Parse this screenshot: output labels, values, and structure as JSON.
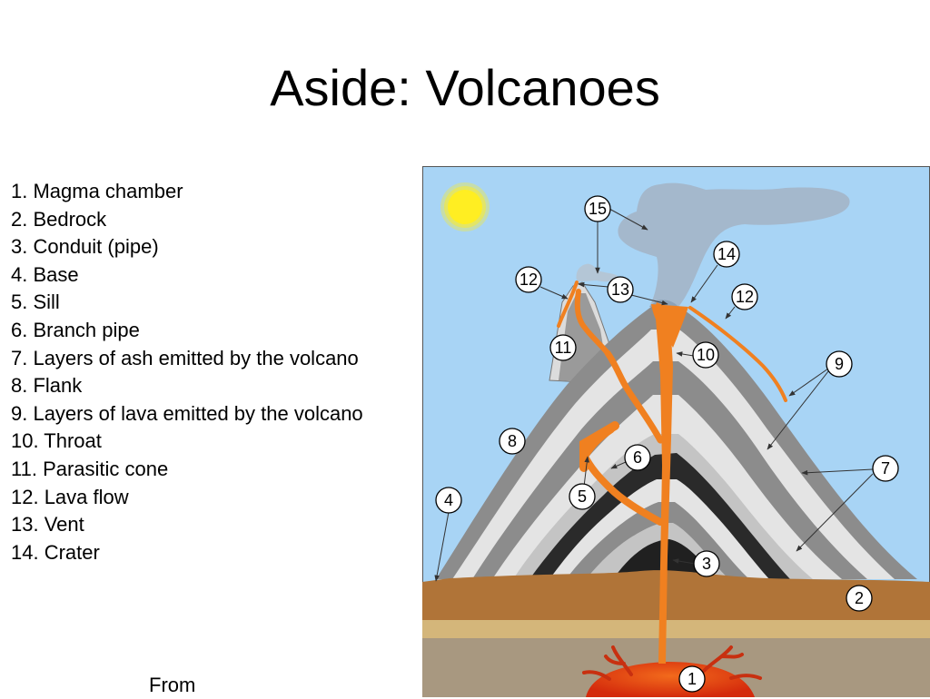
{
  "title": "Aside:  Volcanoes",
  "legend": [
    "1. Magma chamber",
    "2. Bedrock",
    "3. Conduit (pipe)",
    "4. Base",
    "5. Sill",
    "6. Branch pipe",
    "7. Layers of ash emitted by the volcano",
    "8. Flank",
    "9. Layers of lava emitted by the volcano",
    "10. Throat",
    "11. Parasitic cone",
    "12. Lava flow",
    "13. Vent",
    "14. Crater"
  ],
  "from_label": "From",
  "diagram": {
    "callouts": {
      "c1": "1",
      "c2": "2",
      "c3": "3",
      "c4": "4",
      "c5": "5",
      "c6": "6",
      "c7": "7",
      "c8": "8",
      "c9": "9",
      "c10": "10",
      "c11": "11",
      "c12a": "12",
      "c12b": "12",
      "c13": "13",
      "c14": "14",
      "c15": "15"
    },
    "colors": {
      "sky": "#a8d4f5",
      "sun": "#ffee22",
      "magma": "#e8380f",
      "lava": "#f08020",
      "bedrock": "#b07438",
      "sand": "#d4b67a",
      "deep_rock": "#a89880",
      "ash_cloud": "#9ab0c8"
    }
  }
}
